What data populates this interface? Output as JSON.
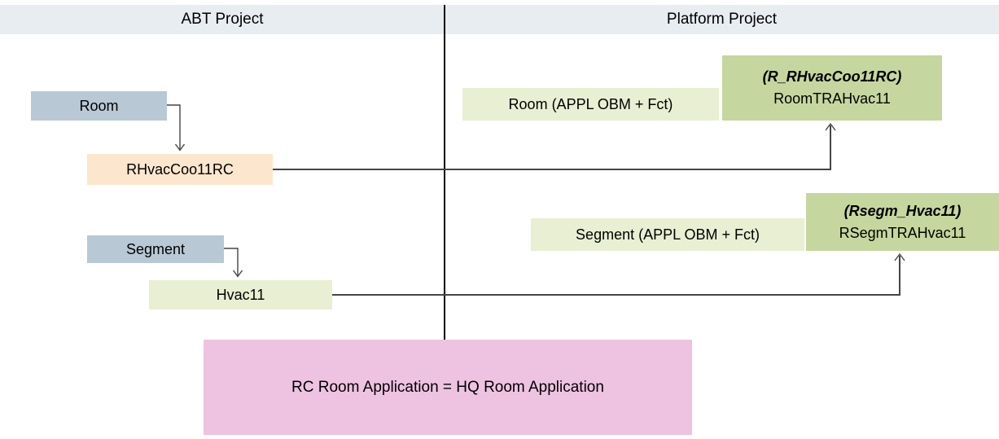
{
  "header": {
    "left_title": "ABT Project",
    "right_title": "Platform Project"
  },
  "abt": {
    "room_label": "Room",
    "rhvac_label": "RHvacCoo11RC",
    "segment_label": "Segment",
    "hvac_label": "Hvac11"
  },
  "platform": {
    "room_appl_label": "Room (APPL OBM + Fct)",
    "room_target_alias": "(R_RHvacCoo11RC)",
    "room_target_name": "RoomTRAHvac11",
    "segment_appl_label": "Segment (APPL OBM + Fct)",
    "segment_target_alias": "(Rsegm_Hvac11)",
    "segment_target_name": "RSegmTRAHvac11"
  },
  "note": {
    "text": "RC Room Application = HQ Room Application"
  },
  "colors": {
    "header-bg": "#e8edf2",
    "steel-blue": "#b9c8d5",
    "peach": "#fce6ce",
    "light-green": "#e8efd3",
    "olive-green": "#c5d79e",
    "pink": "#eec3e1",
    "line": "#454545"
  }
}
